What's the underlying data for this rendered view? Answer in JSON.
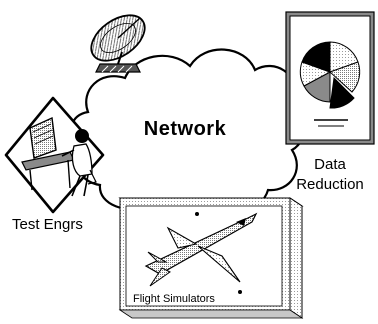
{
  "network": {
    "label": "Network"
  },
  "test_engineers": {
    "label": "Test Engrs"
  },
  "data_reduction": {
    "line1": "Data",
    "line2": "Reduction"
  },
  "flight_simulators": {
    "label": "Flight Simulators"
  },
  "colors": {
    "ink": "#000000",
    "shade": "#8a8a8a",
    "light": "#c8c8c8",
    "paper": "#ffffff"
  }
}
